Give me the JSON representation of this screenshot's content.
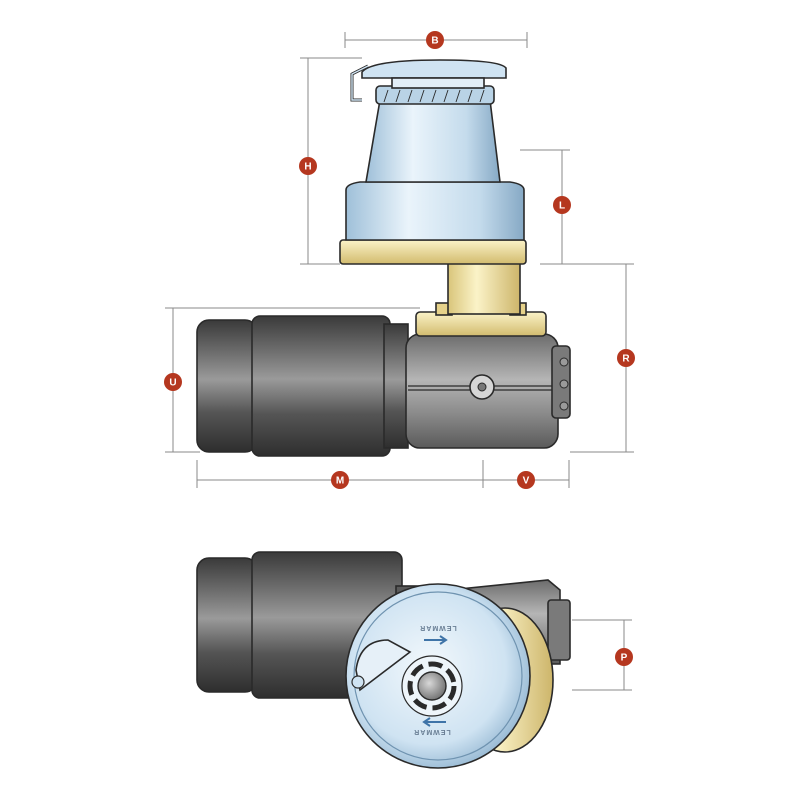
{
  "diagram": {
    "brand": "LEWMAR",
    "badge_color": "#b5371f",
    "colors": {
      "drum": "#cfe3f2",
      "drum_shadow": "#8fb3cf",
      "bronze": "#f4e7a8",
      "bronze_shadow": "#c9b36a",
      "motor": "#4a4a4a",
      "motor_light": "#8a8a8a",
      "gearbox": "#8c8c8c"
    },
    "dimensions": [
      {
        "label": "B"
      },
      {
        "label": "H"
      },
      {
        "label": "L"
      },
      {
        "label": "R"
      },
      {
        "label": "U"
      },
      {
        "label": "M"
      },
      {
        "label": "V"
      },
      {
        "label": "P"
      }
    ]
  }
}
